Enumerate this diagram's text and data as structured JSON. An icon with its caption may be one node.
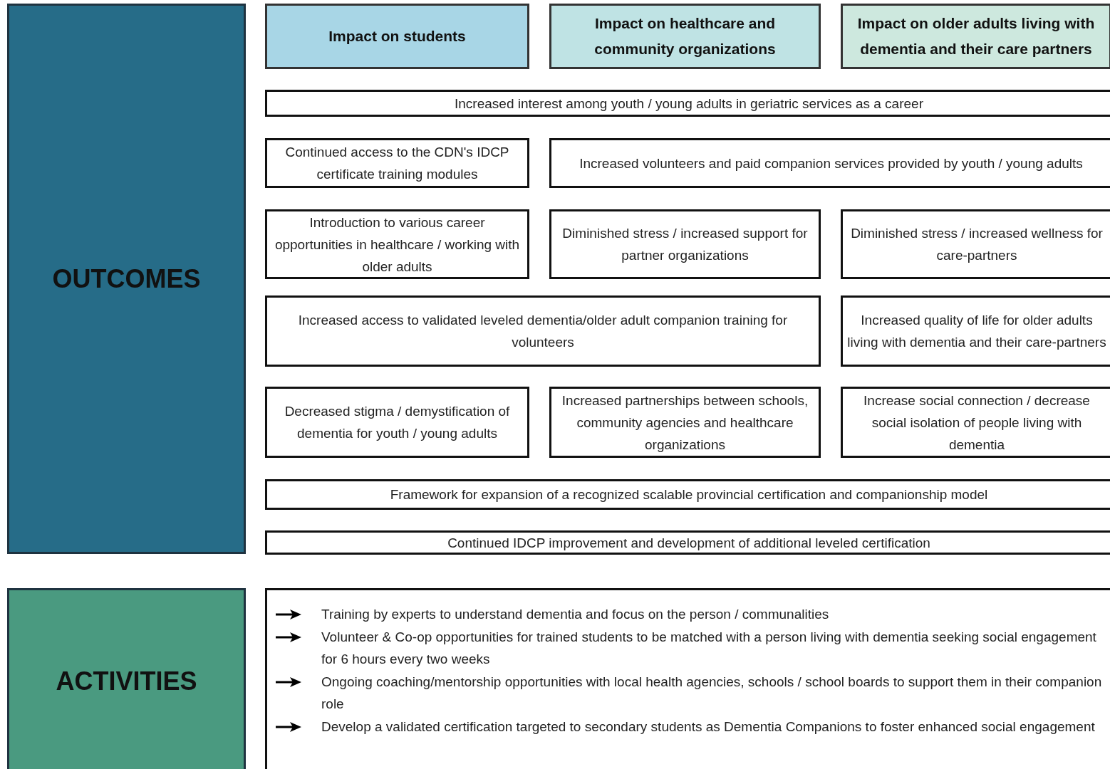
{
  "diagram": {
    "nodes": [
      {
        "text": [
          "OUTCOMES"
        ]
      },
      {
        "text": [
          "Impact on students"
        ]
      },
      {
        "text": [
          "Impact on healthcare and community organizations"
        ]
      },
      {
        "text": [
          "Impact on older adults living with dementia and their care partners"
        ]
      },
      {
        "text": [
          "Increased interest among youth / young adults in geriatric services as a career"
        ]
      },
      {
        "text": [
          "Continued access to the CDN's IDCP certificate training modules"
        ]
      },
      {
        "text": [
          "Increased volunteers and paid companion services provided by youth / young adults"
        ]
      },
      {
        "text": [
          "Introduction to various career opportunities in healthcare / working with older adults"
        ]
      },
      {
        "text": [
          "Diminished stress / increased support for partner organizations"
        ]
      },
      {
        "text": [
          "Diminished stress / increased wellness for care-partners"
        ]
      },
      {
        "text": [
          "Increased access to validated leveled dementia/older adult companion training for volunteers"
        ]
      },
      {
        "text": [
          "Increased quality of life for older adults living with dementia and their care-partners"
        ]
      },
      {
        "text": [
          "Decreased stigma / demystification of dementia for youth / young adults"
        ]
      },
      {
        "text": [
          "Increased partnerships between schools, community agencies and healthcare organizations"
        ]
      },
      {
        "text": [
          "Increase social connection / decrease social isolation of people living with dementia"
        ]
      },
      {
        "text": [
          "Framework for expansion of a recognized scalable provincial certification and companionship model"
        ]
      },
      {
        "text": [
          "Continued IDCP improvement and development of additional leveled certification"
        ]
      },
      {
        "text": [
          "ACTIVITIES"
        ]
      },
      {
        "text": [
          "Training by experts to understand dementia and focus on the person / communalities",
          "Volunteer & Co-op opportunities for trained students to be matched with a person living with dementia seeking social engagement for 6 hours every two weeks",
          "Ongoing coaching/mentorship opportunities with local health agencies, schools / school boards to support them in their companion role",
          "Develop a validated certification targeted to secondary students as Dementia Companions to foster enhanced social engagement"
        ]
      }
    ]
  }
}
